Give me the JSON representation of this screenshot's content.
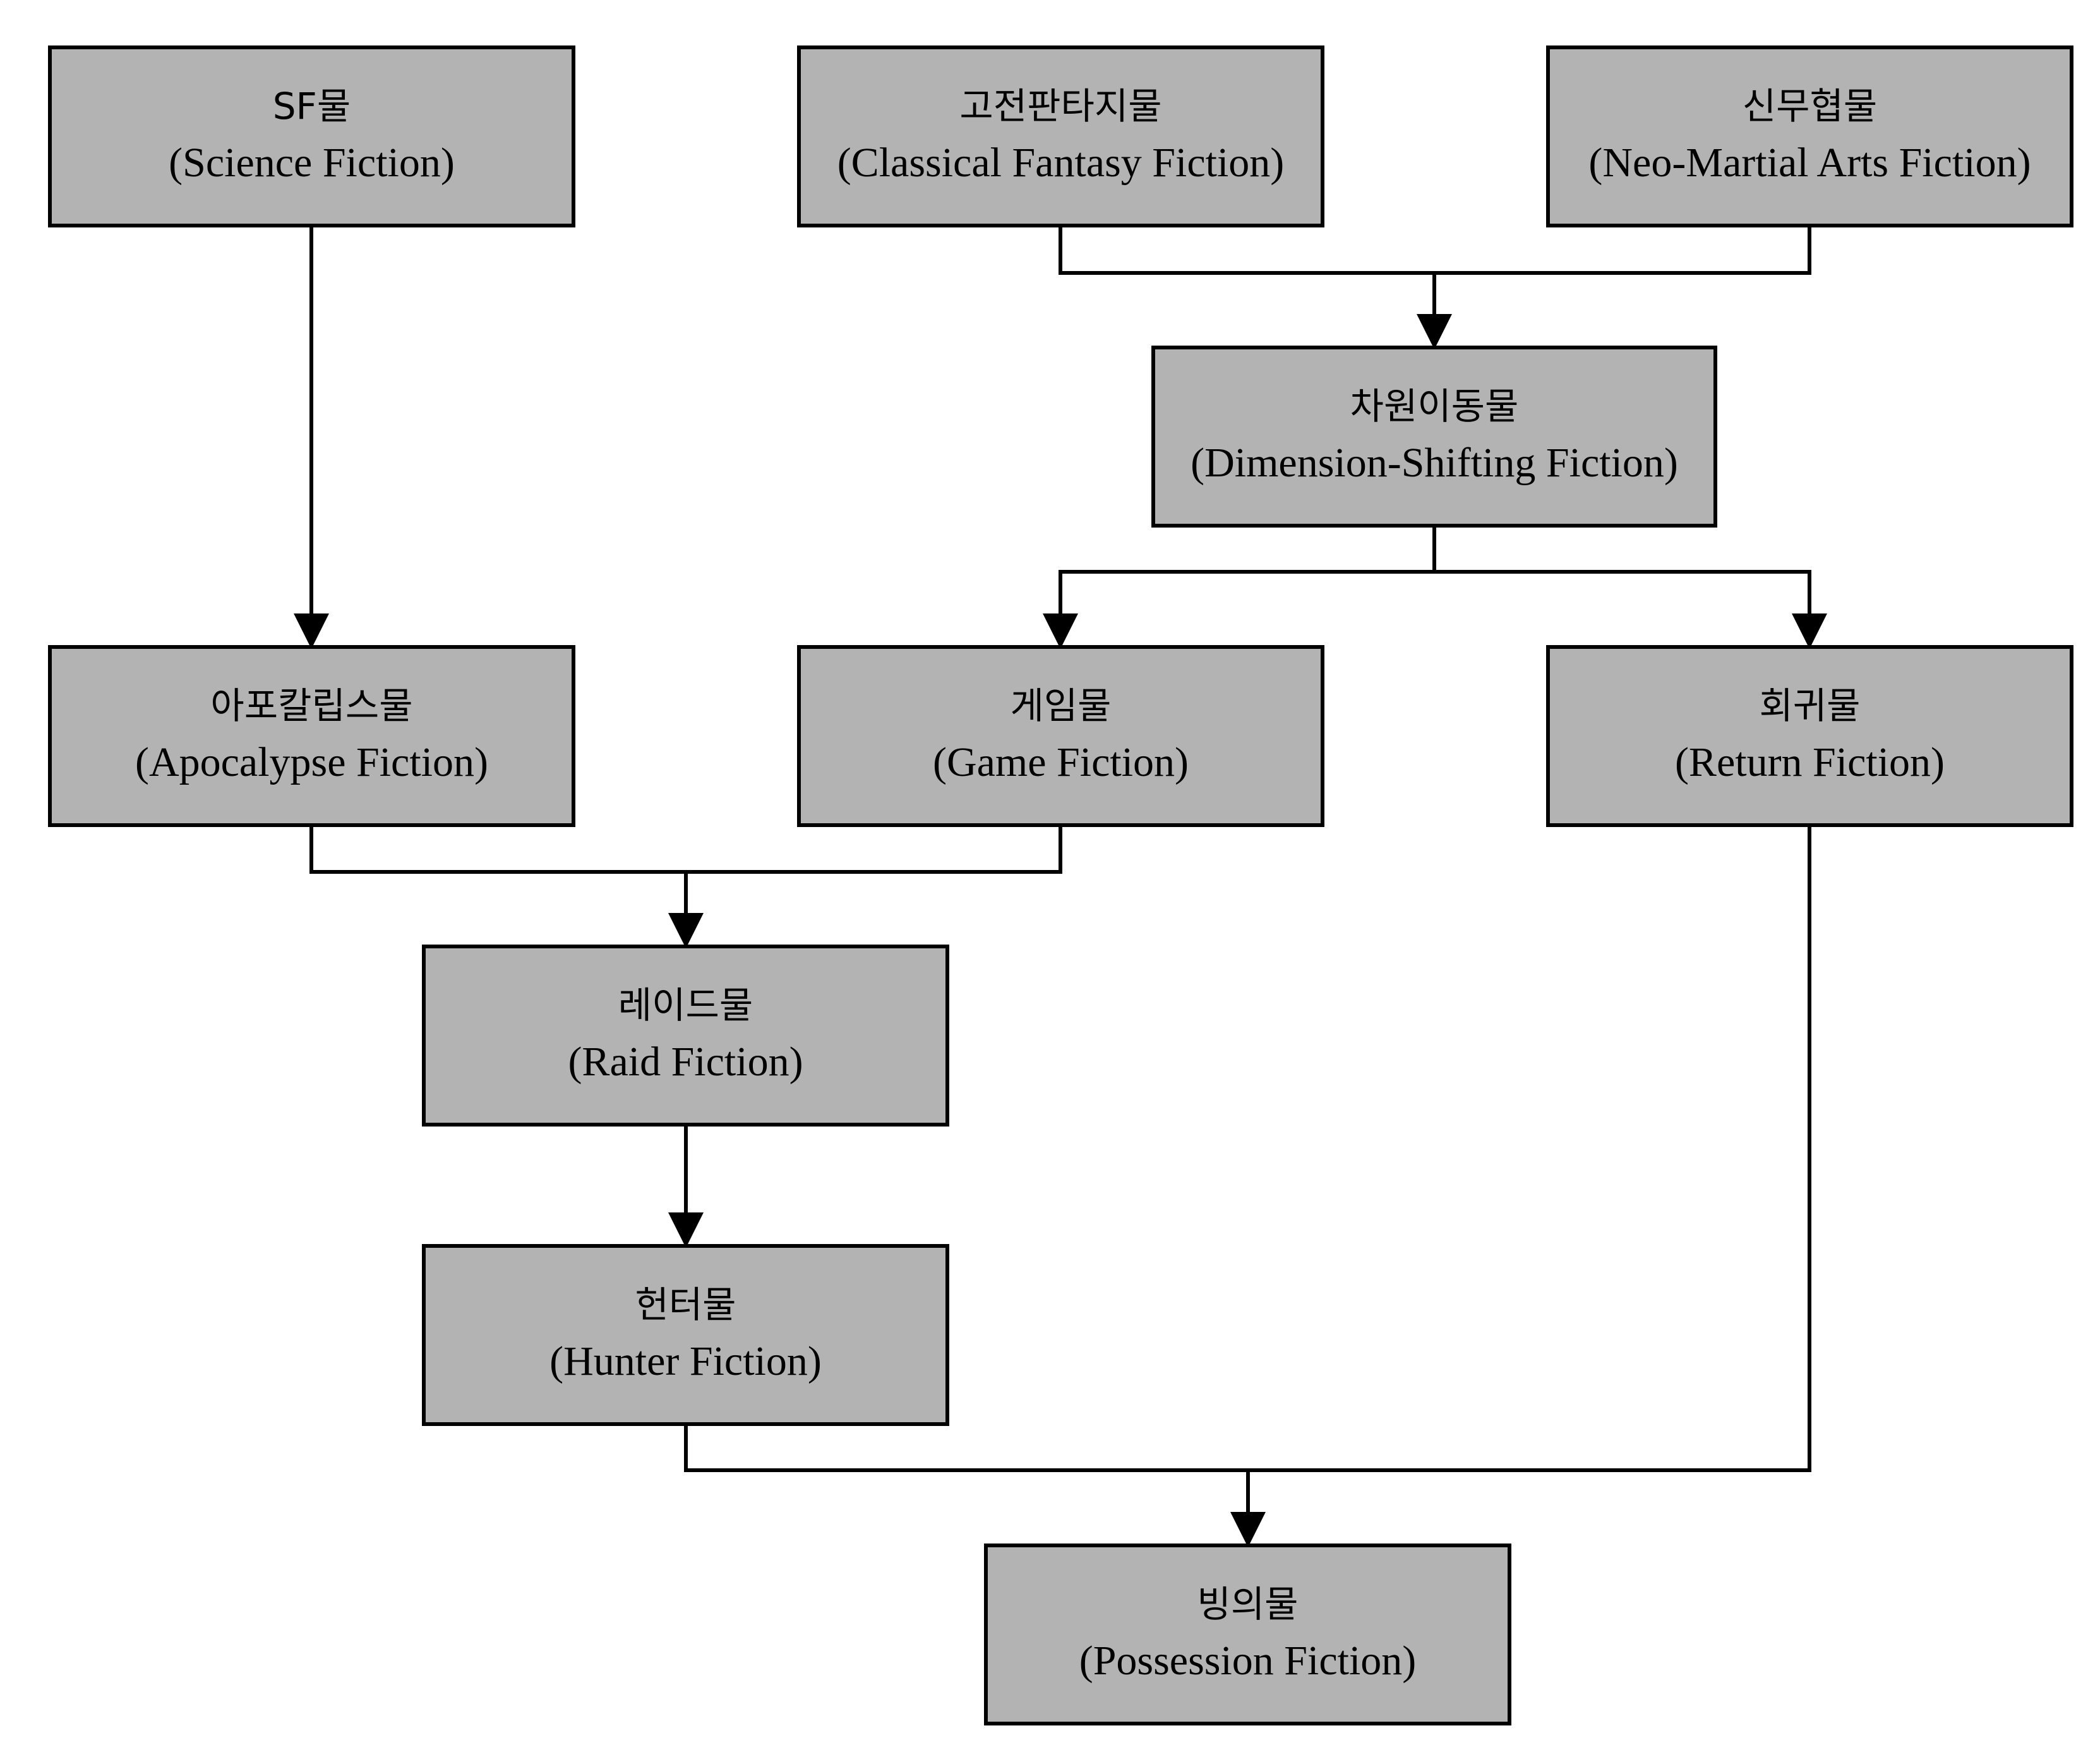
{
  "diagram": {
    "nodes": {
      "sf": {
        "ko": "SF물",
        "en": "(Science Fiction)"
      },
      "classic": {
        "ko": "고전판타지물",
        "en": "(Classical Fantasy Fiction)"
      },
      "martial": {
        "ko": "신무협물",
        "en": "(Neo-Martial Arts Fiction)"
      },
      "dim": {
        "ko": "차원이동물",
        "en": "(Dimension-Shifting Fiction)"
      },
      "apoc": {
        "ko": "아포칼립스물",
        "en": "(Apocalypse Fiction)"
      },
      "game": {
        "ko": "게임물",
        "en": "(Game Fiction)"
      },
      "return": {
        "ko": "회귀물",
        "en": "(Return Fiction)"
      },
      "raid": {
        "ko": "레이드물",
        "en": "(Raid Fiction)"
      },
      "hunter": {
        "ko": "헌터물",
        "en": "(Hunter Fiction)"
      },
      "poss": {
        "ko": "빙의물",
        "en": "(Possession Fiction)"
      }
    },
    "edges": [
      {
        "from": [
          "sf"
        ],
        "to": [
          "apoc"
        ]
      },
      {
        "from": [
          "classic",
          "martial"
        ],
        "to": [
          "dim"
        ]
      },
      {
        "from": [
          "dim"
        ],
        "to": [
          "game",
          "return"
        ]
      },
      {
        "from": [
          "apoc",
          "game"
        ],
        "to": [
          "raid"
        ]
      },
      {
        "from": [
          "raid"
        ],
        "to": [
          "hunter"
        ]
      },
      {
        "from": [
          "hunter",
          "return"
        ],
        "to": [
          "poss"
        ]
      }
    ]
  }
}
